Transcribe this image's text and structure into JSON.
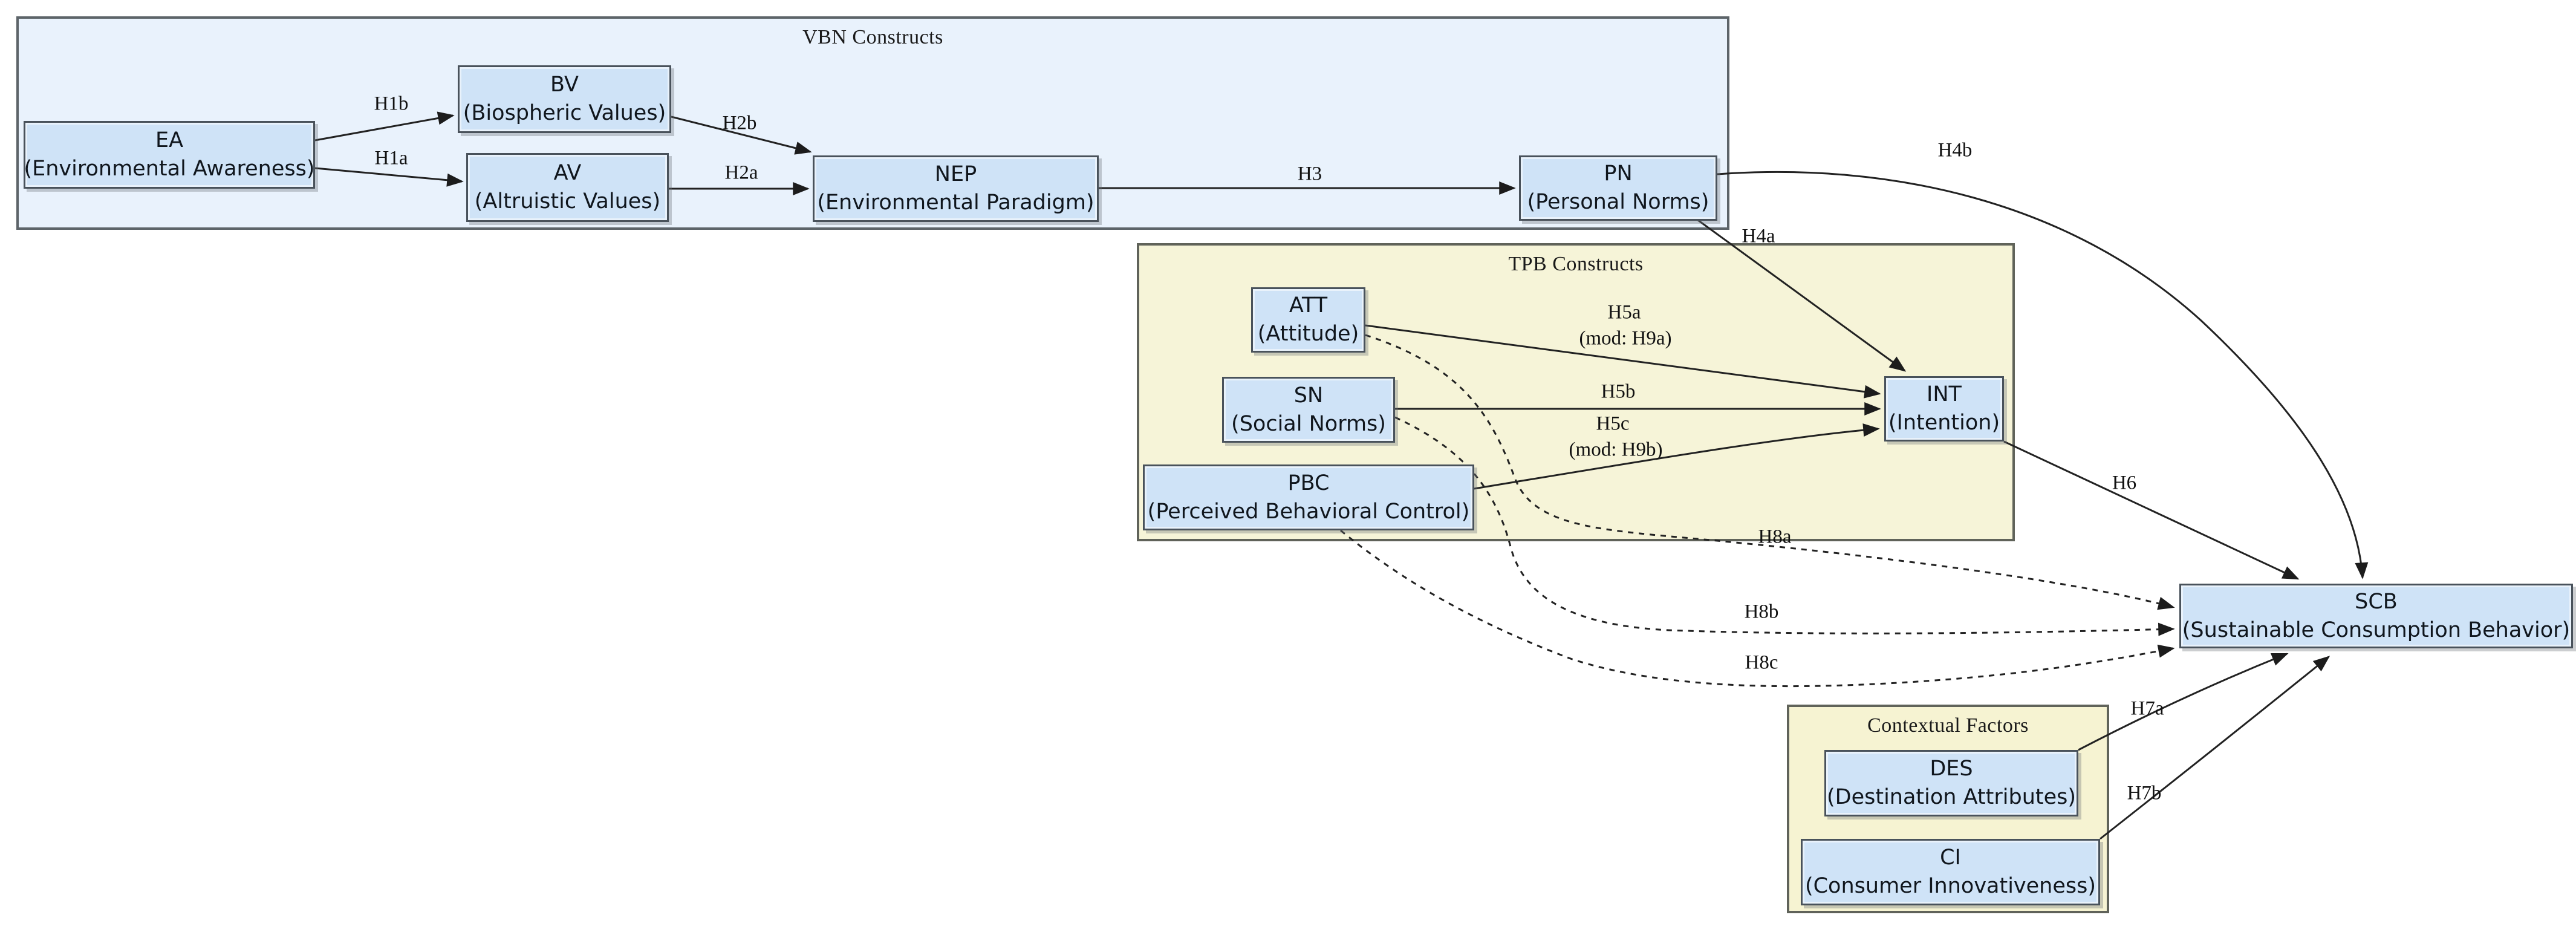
{
  "groups": {
    "vbn": {
      "label": "VBN Constructs"
    },
    "tpb": {
      "label": "TPB Constructs"
    },
    "ctx": {
      "label": "Contextual Factors"
    }
  },
  "nodes": {
    "ea": {
      "abbr": "EA",
      "full": "(Environmental Awareness)"
    },
    "bv": {
      "abbr": "BV",
      "full": "(Biospheric Values)"
    },
    "av": {
      "abbr": "AV",
      "full": "(Altruistic Values)"
    },
    "nep": {
      "abbr": "NEP",
      "full": "(Environmental Paradigm)"
    },
    "pn": {
      "abbr": "PN",
      "full": "(Personal Norms)"
    },
    "att": {
      "abbr": "ATT",
      "full": "(Attitude)"
    },
    "sn": {
      "abbr": "SN",
      "full": "(Social Norms)"
    },
    "pbc": {
      "abbr": "PBC",
      "full": "(Perceived Behavioral Control)"
    },
    "int": {
      "abbr": "INT",
      "full": "(Intention)"
    },
    "scb": {
      "abbr": "SCB",
      "full": "(Sustainable Consumption Behavior)"
    },
    "des": {
      "abbr": "DES",
      "full": "(Destination Attributes)"
    },
    "ci": {
      "abbr": "CI",
      "full": "(Consumer Innovativeness)"
    }
  },
  "edge_labels": {
    "h1a": "H1a",
    "h1b": "H1b",
    "h2a": "H2a",
    "h2b": "H2b",
    "h3": "H3",
    "h4a": "H4a",
    "h4b": "H4b",
    "h5a": "H5a",
    "h5a_mod": "(mod: H9a)",
    "h5b": "H5b",
    "h5c": "H5c",
    "h5c_mod": "(mod: H9b)",
    "h6": "H6",
    "h7a": "H7a",
    "h7b": "H7b",
    "h8a": "H8a",
    "h8b": "H8b",
    "h8c": "H8c"
  },
  "colors": {
    "node_fill": "#cfe3f7",
    "node_border": "#49525b",
    "vbn_fill": "#e9f2fc",
    "tpb_fill": "#f6f4d8",
    "ctx_fill": "#f6f3d2",
    "arrow": "#222222",
    "background": "#ffffff"
  }
}
